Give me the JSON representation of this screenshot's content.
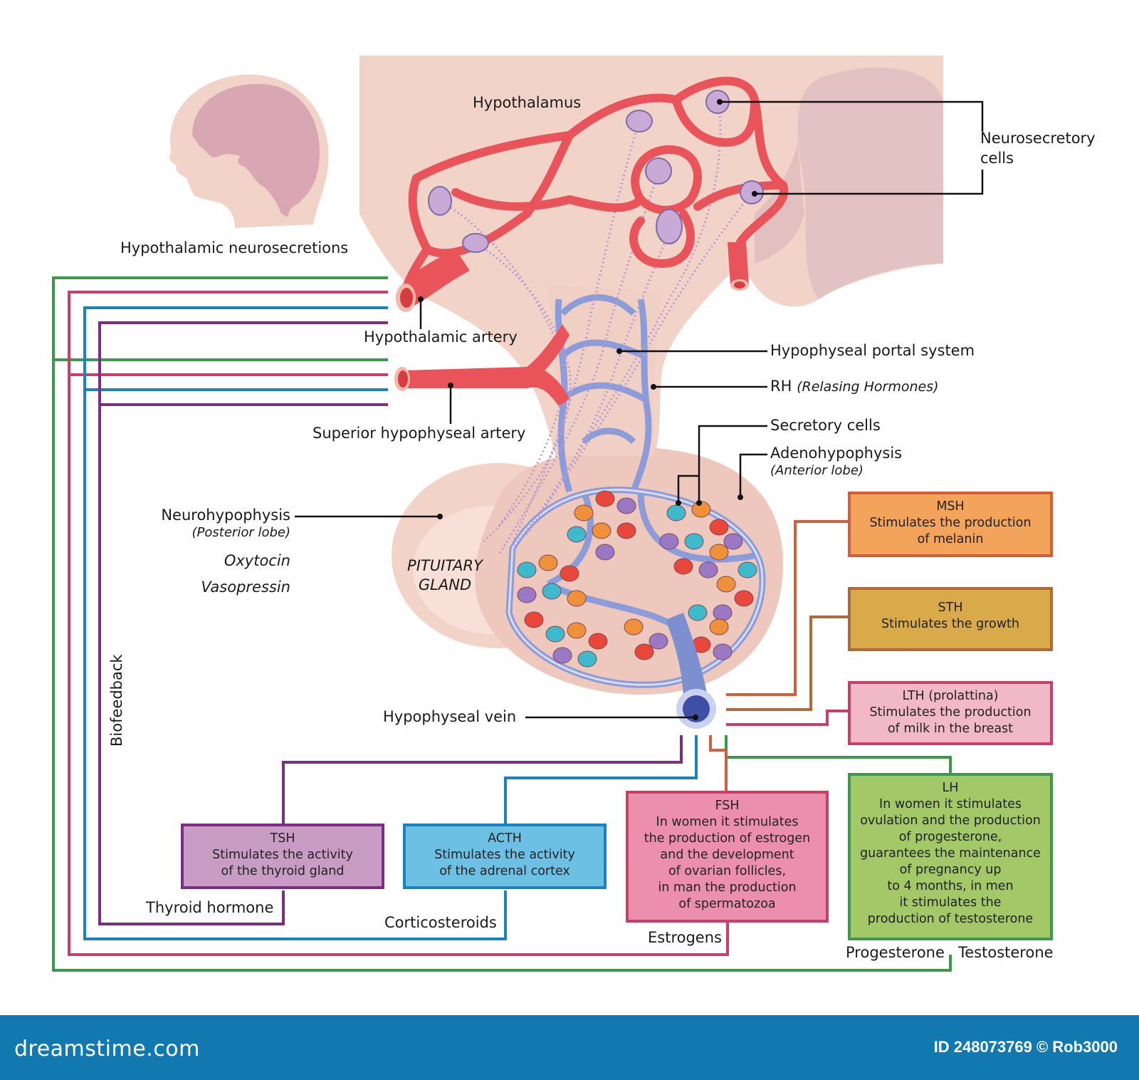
{
  "title": "Hypothalamic neurosecretions",
  "colors": {
    "artery": "#e8545a",
    "portal_vein": "#8c9cd8",
    "tissue": "#f2d3c8",
    "brain": "#d9a7b4",
    "cell_purple": "#c9a9d6",
    "tsh_line": "#7b2f82",
    "acth_line": "#1b82c0",
    "fsh_line": "#c8406a",
    "lh_line": "#3a9a4a",
    "msh_line": "#d35e3e",
    "sth_line": "#b06a3a",
    "footer_bg": "#1179b0"
  },
  "labels": {
    "hypothalamus": "Hypothalamus",
    "neurosecretory_cells": [
      "Neurosecretory",
      "cells"
    ],
    "hypothalamic_neurosecretions": "Hypothalamic neurosecretions",
    "hypothalamic_artery": "Hypothalamic artery",
    "hypophyseal_portal_system": "Hypophyseal portal system",
    "rh": "RH",
    "rh_full": "(Relasing Hormones)",
    "superior_hypophyseal_artery": "Superior hypophyseal artery",
    "secretory_cells": "Secretory cells",
    "adenohypophysis": "Adenohypophysis",
    "anterior_lobe": "(Anterior lobe)",
    "neurohypophysis": "Neurohypophysis",
    "posterior_lobe": "(Posterior lobe)",
    "oxytocin": "Oxytocin",
    "vasopressin": "Vasopressin",
    "pituitary_gland": [
      "PITUITARY",
      "GLAND"
    ],
    "hypophyseal_vein": "Hypophyseal vein",
    "biofeedback": "Biofeedback",
    "thyroid_hormone": "Thyroid hormone",
    "corticosteroids": "Corticosteroids",
    "estrogens": "Estrogens",
    "progesterone": "Progesterone",
    "testosterone": "Testosterone"
  },
  "hormone_boxes": [
    {
      "id": "msh",
      "name": "MSH",
      "lines": [
        "Stimulates the production",
        "of melanin"
      ],
      "fill": "#f3a35a",
      "border": "#d35e3e"
    },
    {
      "id": "sth",
      "name": "STH",
      "lines": [
        "Stimulates the growth"
      ],
      "fill": "#d8aa4a",
      "border": "#b06a3a"
    },
    {
      "id": "lth",
      "name": "LTH (prolattina)",
      "lines": [
        "Stimulates the production",
        "of milk in the breast"
      ],
      "fill": "#f1b9c8",
      "border": "#c8406a"
    },
    {
      "id": "tsh",
      "name": "TSH",
      "lines": [
        "Stimulates the activity",
        "of the thyroid gland"
      ],
      "fill": "#c89cc4",
      "border": "#7b2f82"
    },
    {
      "id": "acth",
      "name": "ACTH",
      "lines": [
        "Stimulates the activity",
        "of the adrenal cortex"
      ],
      "fill": "#6cc0e4",
      "border": "#1b82c0"
    },
    {
      "id": "fsh",
      "name": "FSH",
      "lines": [
        "In women it stimulates",
        "the production of estrogen",
        "and the development",
        "of ovarian follicles,",
        "in man the production",
        "of spermatozoa"
      ],
      "fill": "#ec8fae",
      "border": "#c8406a"
    },
    {
      "id": "lh",
      "name": "LH",
      "lines": [
        "In women it stimulates",
        "ovulation and the production",
        "of progesterone,",
        "guarantees the maintenance",
        "of pregnancy up",
        "to 4 months, in men",
        "it stimulates the",
        "production of testosterone"
      ],
      "fill": "#a3c868",
      "border": "#3a9a4a"
    }
  ],
  "footer": {
    "logo": "dreamstime.com",
    "id_text": "ID 248073769 © Rob3000"
  }
}
